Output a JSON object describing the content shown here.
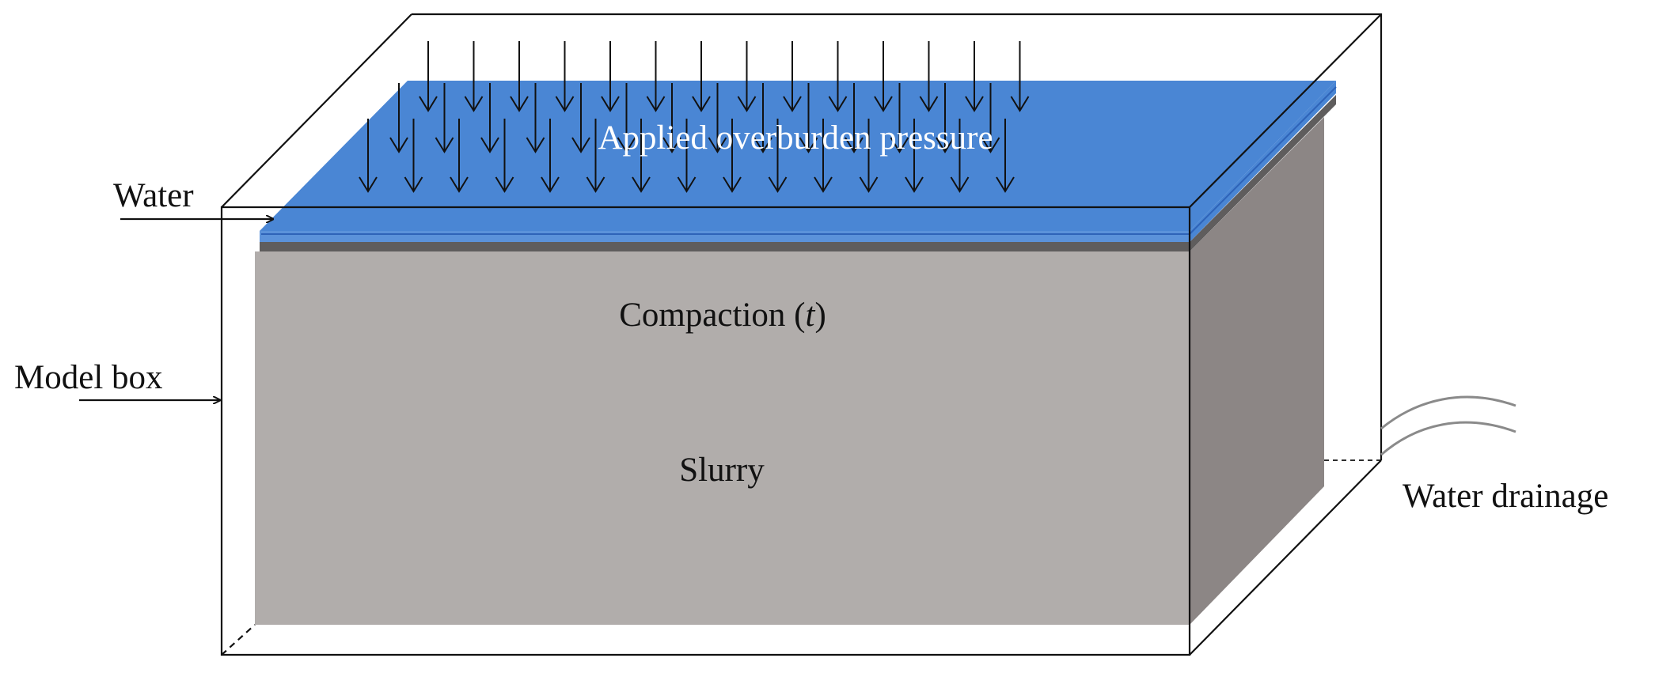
{
  "labels": {
    "pressure": "Applied overburden pressure",
    "compaction_word": "Compaction (",
    "compaction_var": "t",
    "compaction_close": ")",
    "slurry": "Slurry",
    "water": "Water",
    "model_box": "Model box",
    "drainage": "Water drainage"
  },
  "colors": {
    "water_layer": "#4a86d4",
    "water_layer_light": "#5b92da",
    "water_layer_edge": "#2e63b8",
    "slurry_front": "#b1adab",
    "slurry_side": "#8c8685",
    "plate": "#5f5d5d",
    "box_line": "#111111",
    "drain_pipe": "#8a8a8a",
    "arrow": "#111111"
  },
  "icons": {
    "load_arrow": "down-arrow-icon",
    "pointer_arrow": "right-arrow-icon"
  }
}
